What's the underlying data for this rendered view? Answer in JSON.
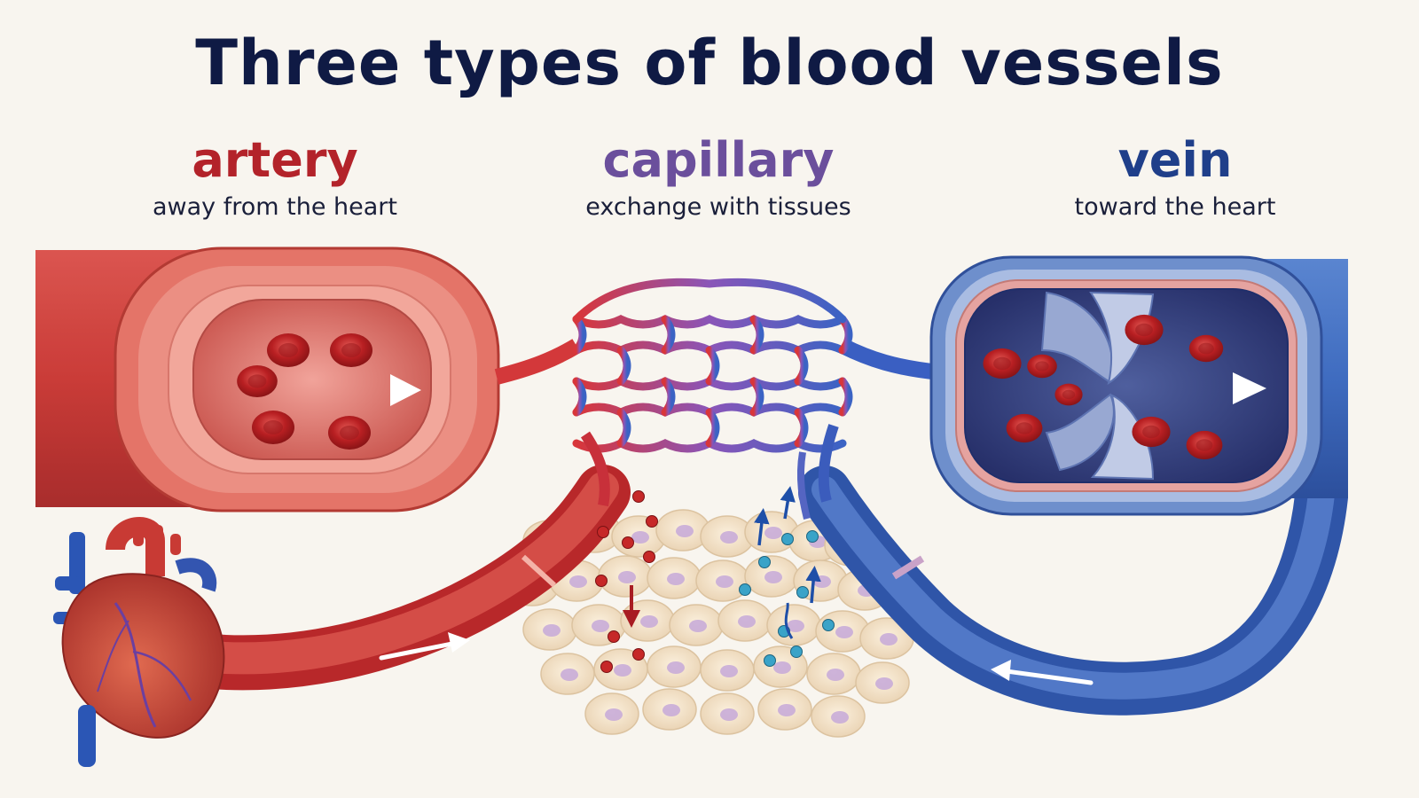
{
  "title": "Three types of blood vessels",
  "vessels": {
    "artery": {
      "name": "artery",
      "description": "away from the heart",
      "color": "#b3232a"
    },
    "capillary": {
      "name": "capillary",
      "description": "exchange with tissues",
      "color": "#6b4f9c"
    },
    "vein": {
      "name": "vein",
      "description": "toward the heart",
      "color": "#1f3f8a"
    }
  },
  "colors": {
    "title": "#0f1a44",
    "artery_wall": "#e2564f",
    "vein_wall": "#3f6fc4",
    "oxygen_particle": "#c62828",
    "co2_particle": "#3aa3c8",
    "tissue_cell": "#f1dfc6",
    "background": "#f8f5ef"
  }
}
